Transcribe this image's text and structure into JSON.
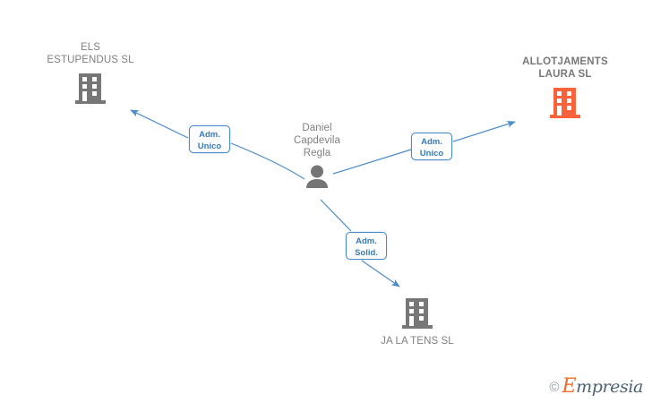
{
  "diagram": {
    "type": "relationship-graph",
    "background": "#ffffff",
    "colors": {
      "edge": "#4a8bc9",
      "label_border": "#4a8bc9",
      "label_text": "#3a7abd",
      "company_gray": "#777777",
      "company_orange": "#f9633b",
      "person_gray": "#757575",
      "text_gray": "#808080"
    },
    "nodes": [
      {
        "id": "person",
        "name": "Daniel\nCapdevila\nRegla",
        "icon": "person-icon",
        "icon_color": "#757575",
        "label_position": "above",
        "bold": false
      },
      {
        "id": "els-estupendus",
        "name": "ELS\nESTUPENDUS SL",
        "icon": "building-icon",
        "icon_color": "#777777",
        "label_position": "above",
        "bold": false
      },
      {
        "id": "allotjaments-laura",
        "name": "ALLOTJAMENTS\nLAURA SL",
        "icon": "building-icon",
        "icon_color": "#f9633b",
        "label_position": "above",
        "bold": true
      },
      {
        "id": "ja-la-tens",
        "name": "JA LA TENS SL",
        "icon": "building-icon",
        "icon_color": "#777777",
        "label_position": "below",
        "bold": false
      }
    ],
    "edges": [
      {
        "id": "edge-els",
        "from": "person",
        "to": "els-estupendus",
        "label": "Adm.\nUnico",
        "direction": "to-target"
      },
      {
        "id": "edge-allotjaments",
        "from": "person",
        "to": "allotjaments-laura",
        "label": "Adm.\nUnico",
        "direction": "to-target"
      },
      {
        "id": "edge-jalatens",
        "from": "person",
        "to": "ja-la-tens",
        "label": "Adm.\nSolid.",
        "direction": "to-target"
      }
    ]
  },
  "watermark": {
    "copyright": "©",
    "brand_initial": "E",
    "brand_rest": "mpresia"
  }
}
